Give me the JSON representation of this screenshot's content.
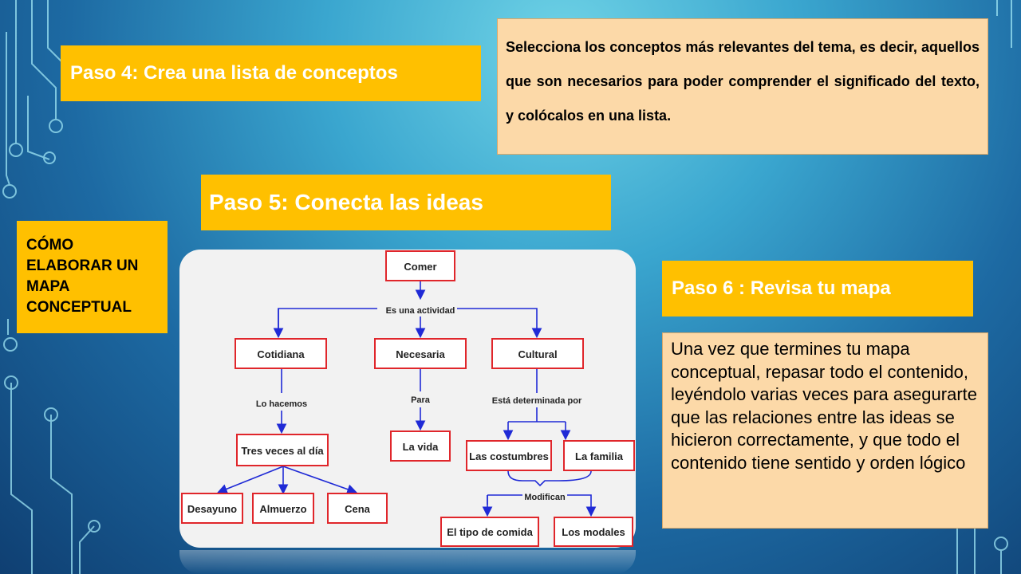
{
  "slide": {
    "step4_title": "Paso 4: Crea una lista de conceptos",
    "step4_text": "Selecciona los conceptos más relevantes del tema, es decir, aquellos que son necesarios para poder comprender el significado del texto, y colócalos en una lista.",
    "step5_title": "Paso 5: Conecta las ideas",
    "side_title": "CÓMO ELABORAR UN MAPA CONCEPTUAL",
    "step6_title": "Paso 6 : Revisa tu mapa",
    "step6_text": "Una vez que termines tu mapa conceptual,  repasar todo el contenido, leyéndolo varias veces para asegurarte que las relaciones entre las ideas se hicieron correctamente, y que todo el contenido tiene sentido y orden lógico"
  },
  "concept_map": {
    "nodes": {
      "comer": "Comer",
      "cotidiana": "Cotidiana",
      "necesaria": "Necesaria",
      "cultural": "Cultural",
      "tres_veces": "Tres veces al día",
      "la_vida": "La vida",
      "costumbres": "Las costumbres",
      "familia": "La familia",
      "desayuno": "Desayuno",
      "almuerzo": "Almuerzo",
      "cena": "Cena",
      "tipo_comida": "El tipo de comida",
      "modales": "Los modales"
    },
    "links": {
      "es_actividad": "Es una actividad",
      "lo_hacemos": "Lo hacemos",
      "para": "Para",
      "determinada": "Está determinada por",
      "modifican": "Modifican"
    }
  },
  "colors": {
    "step_box": "#ffc000",
    "text_box": "#fcd9a8",
    "node_border": "#e0262b",
    "connector": "#1f2ad6"
  }
}
